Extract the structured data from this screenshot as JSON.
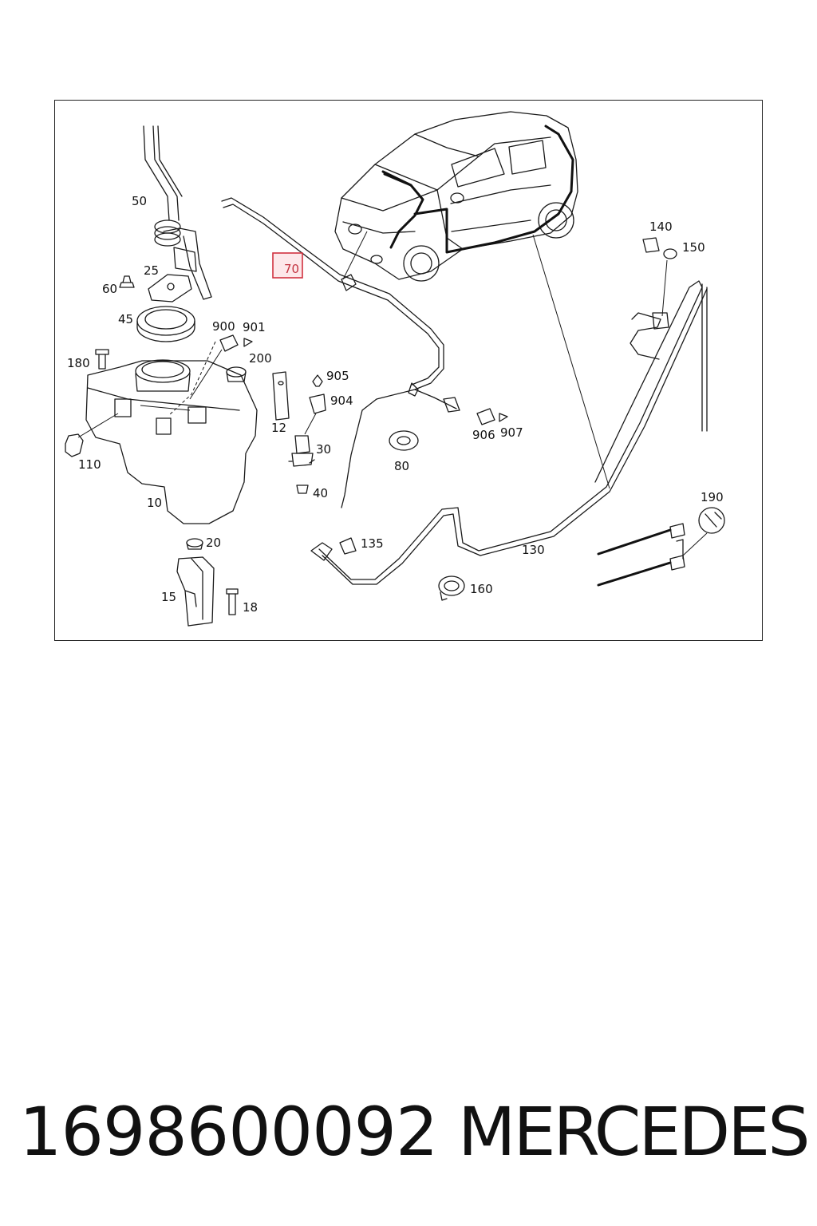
{
  "diagram": {
    "highlighted_callout": "70",
    "callouts": {
      "c10": "10",
      "c12": "12",
      "c15": "15",
      "c18": "18",
      "c20": "20",
      "c25": "25",
      "c30": "30",
      "c40": "40",
      "c45": "45",
      "c50": "50",
      "c60": "60",
      "c70": "70",
      "c80": "80",
      "c110": "110",
      "c130": "130",
      "c135": "135",
      "c140": "140",
      "c150": "150",
      "c160": "160",
      "c180": "180",
      "c190": "190",
      "c200": "200",
      "c900": "900",
      "c901": "901",
      "c904": "904",
      "c905": "905",
      "c906": "906",
      "c907": "907"
    },
    "highlight_color": "#d0313f"
  },
  "footer": {
    "part_number": "1698600092",
    "brand": "MERCEDES"
  }
}
